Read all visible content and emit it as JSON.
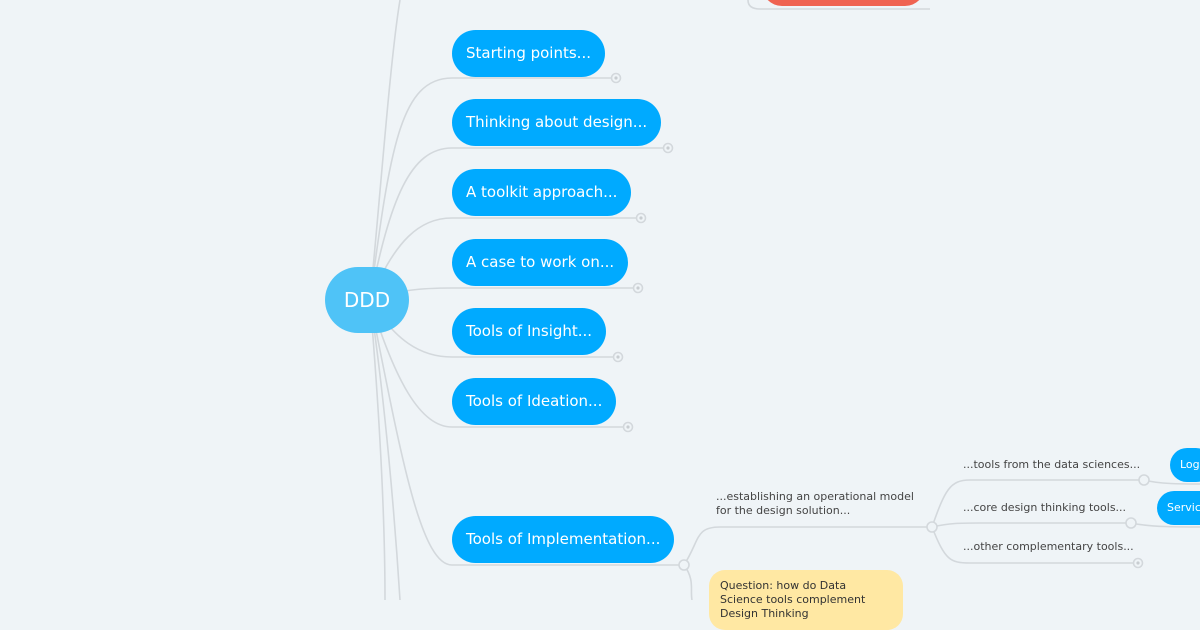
{
  "root": {
    "label": "DDD"
  },
  "branches": [
    {
      "label": "Starting points..."
    },
    {
      "label": "Thinking about design..."
    },
    {
      "label": "A toolkit approach..."
    },
    {
      "label": "A case to work on..."
    },
    {
      "label": "Tools of Insight..."
    },
    {
      "label": "Tools of Ideation..."
    },
    {
      "label": "Tools of Implementation..."
    }
  ],
  "implementation": {
    "operational": "...establishing an operational model for the design solution...",
    "sub": [
      {
        "label": "...tools from the data sciences...",
        "node": "Logi"
      },
      {
        "label": "...core design thinking tools...",
        "node": "Service"
      },
      {
        "label": "...other complementary tools..."
      }
    ],
    "note": "Question: how do Data Science tools complement Design Thinking"
  },
  "colors": {
    "branch": "#00aaff",
    "root": "#4fc3f7",
    "note": "#ffe8a3",
    "red": "#ef6351"
  }
}
